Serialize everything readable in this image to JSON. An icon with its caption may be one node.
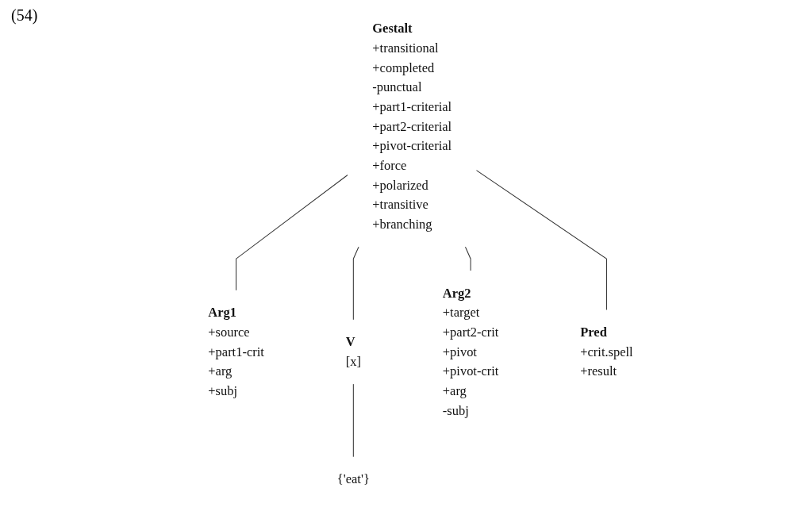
{
  "diagram": {
    "nodes": [
      {
        "text": [
          "Gestalt",
          "+transitional",
          "+completed",
          "-punctual",
          "+part1-criterial",
          "+part2-criterial",
          "+pivot-criterial",
          "+force",
          "+polarized",
          "+transitive",
          "+branching"
        ]
      },
      {
        "text": [
          "Arg1",
          "+source",
          "+part1-crit",
          "+arg",
          "+subj"
        ]
      },
      {
        "text": [
          "V",
          "[x]"
        ]
      },
      {
        "text": [
          "Arg2",
          "+target",
          "+part2-crit",
          "+pivot",
          "+pivot-crit",
          "+arg",
          "-subj"
        ]
      },
      {
        "text": [
          "Pred",
          "+crit.spell",
          "+result"
        ]
      },
      {
        "text": [
          "{'eat'}"
        ]
      }
    ],
    "edges": [
      {
        "from": 0,
        "to": 1,
        "arrow": "none"
      },
      {
        "from": 0,
        "to": 2,
        "arrow": "none"
      },
      {
        "from": 0,
        "to": 3,
        "arrow": "none"
      },
      {
        "from": 0,
        "to": 4,
        "arrow": "none"
      },
      {
        "from": 2,
        "to": 5,
        "arrow": "none"
      }
    ],
    "labels": [
      "(54)"
    ]
  }
}
